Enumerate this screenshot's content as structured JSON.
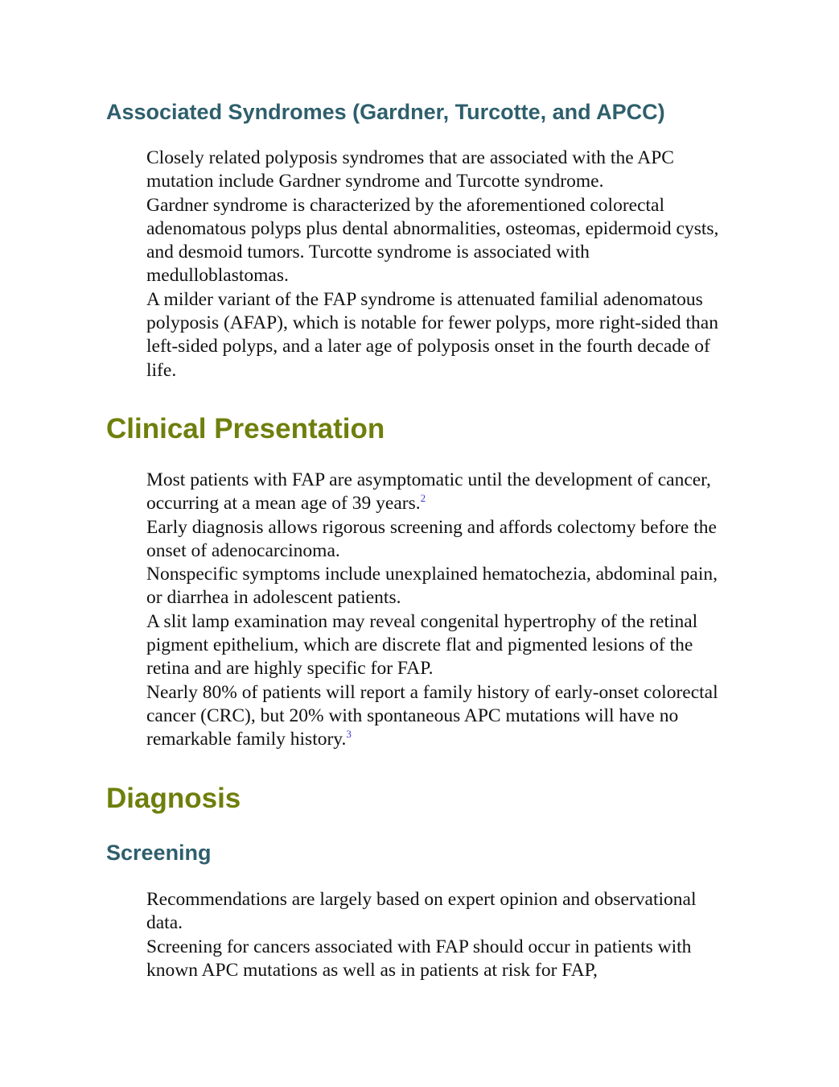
{
  "sections": {
    "associated": {
      "heading": "Associated Syndromes (Gardner, Turcotte, and APCC)",
      "paragraphs": [
        "Closely related polyposis syndromes that are associated with the APC mutation include Gardner syndrome and Turcotte syndrome.",
        "Gardner syndrome is characterized by the aforementioned colorectal adenomatous polyps plus dental abnormalities, osteomas, epidermoid cysts, and desmoid tumors. Turcotte syndrome is associated with medulloblastomas.",
        "A milder variant of the FAP syndrome is attenuated familial adenomatous polyposis (AFAP), which is notable for fewer polyps, more right-sided than left-sided polyps, and a later age of polyposis onset in the fourth decade of life."
      ]
    },
    "clinical": {
      "heading": "Clinical Presentation",
      "p1_text": "Most patients with FAP are asymptomatic until the development of cancer, occurring at a mean age of 39 years.",
      "p1_ref": "2",
      "p2": "Early diagnosis allows rigorous screening and affords colectomy before the onset of adenocarcinoma.",
      "p3": "Nonspecific symptoms include unexplained hematochezia, abdominal pain, or diarrhea in adolescent patients.",
      "p4": "A slit lamp examination may reveal congenital hypertrophy of the retinal pigment epithelium, which are discrete flat and pigmented lesions of the retina and are highly specific for FAP.",
      "p5_text": "Nearly 80% of patients will report a family history of early-onset colorectal cancer (CRC), but 20% with spontaneous APC mutations will have no remarkable family history.",
      "p5_ref": "3"
    },
    "diagnosis": {
      "heading": "Diagnosis"
    },
    "screening": {
      "heading": "Screening",
      "paragraphs": [
        "Recommendations are largely based on expert opinion and observational data.",
        "Screening for cancers associated with FAP should occur in patients with known APC mutations as well as in patients at risk for FAP,"
      ]
    }
  },
  "colors": {
    "h2": "#6f7f0c",
    "h3": "#2e5f6c",
    "ref_link": "#3b3bd0"
  }
}
